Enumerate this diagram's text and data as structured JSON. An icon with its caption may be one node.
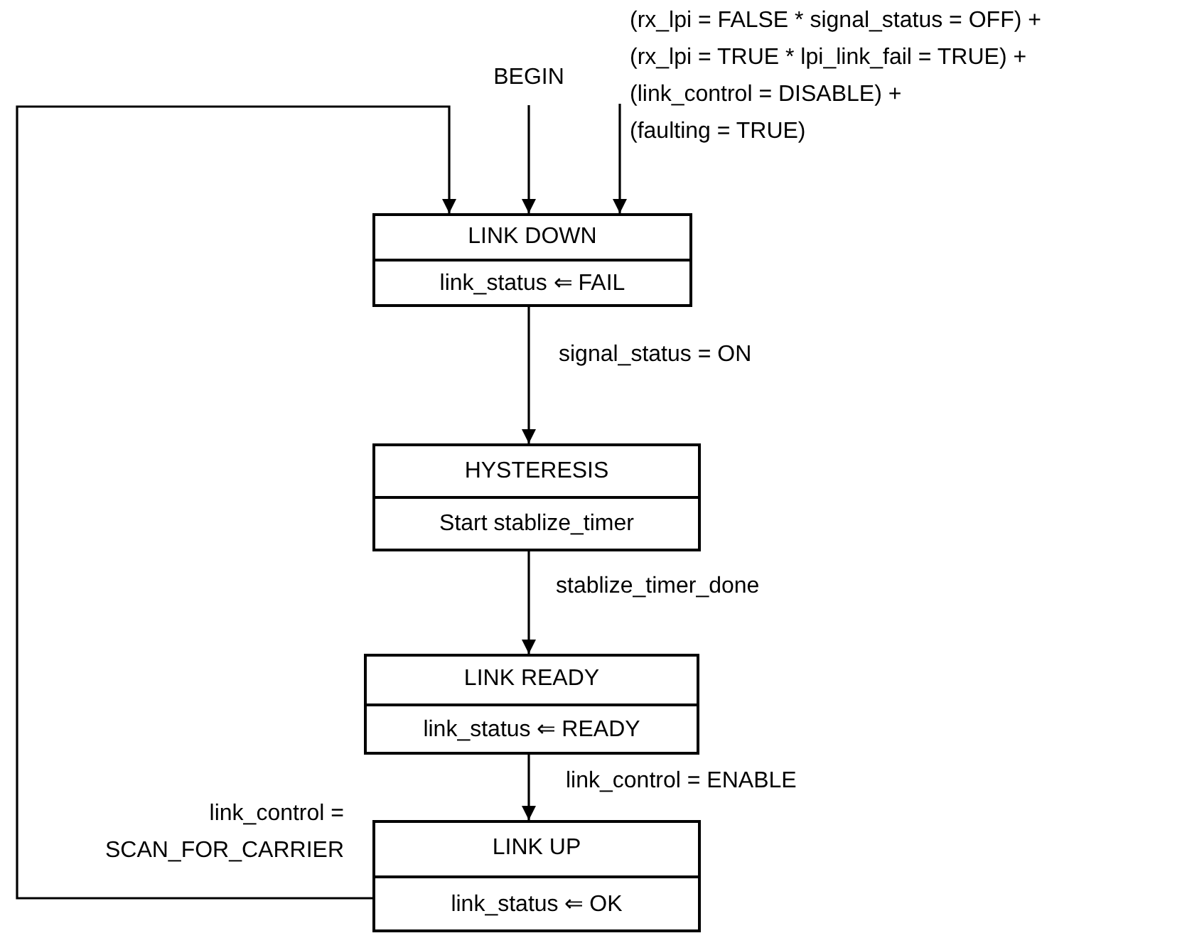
{
  "diagram": {
    "nodes": [
      {
        "text": [
          "BEGIN"
        ]
      },
      {
        "text": [
          "LINK DOWN",
          "link_status ⇐ FAIL"
        ]
      },
      {
        "text": [
          "HYSTERESIS",
          "Start stablize_timer"
        ]
      },
      {
        "text": [
          "LINK READY",
          "link_status ⇐ READY"
        ]
      },
      {
        "text": [
          "LINK UP",
          "link_status ⇐ OK"
        ]
      }
    ],
    "edges": [
      {
        "from": 4,
        "to": 1,
        "arrow": "to",
        "label": "link_control = SCAN_FOR_CARRIER"
      },
      {
        "from": 0,
        "to": 1,
        "arrow": "to"
      },
      {
        "from": null,
        "to": 1,
        "arrow": "to",
        "label": "(rx_lpi = FALSE * signal_status = OFF) + (rx_lpi = TRUE * lpi_link_fail = TRUE) + (link_control = DISABLE) + (faulting = TRUE)"
      },
      {
        "from": 1,
        "to": 2,
        "arrow": "to",
        "label": "signal_status = ON"
      },
      {
        "from": 2,
        "to": 3,
        "arrow": "to",
        "label": "stablize_timer_done"
      },
      {
        "from": 3,
        "to": 4,
        "arrow": "to",
        "label": "link_control = ENABLE"
      }
    ]
  }
}
